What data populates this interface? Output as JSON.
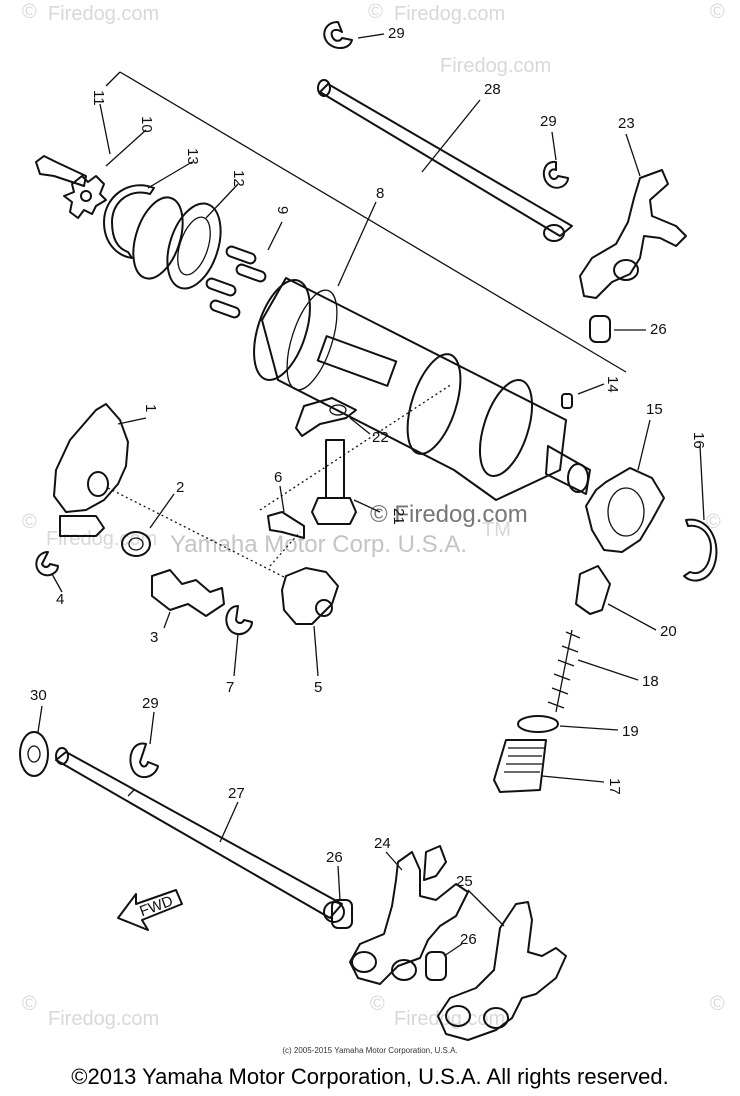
{
  "watermarks": {
    "site": "Firedog.com",
    "symbol": "©",
    "center_brand": "Yamaha Motor Corp. U.S.A.",
    "tm": "TM",
    "center_site": "© Firedog.com"
  },
  "labels": [
    "29",
    "28",
    "29",
    "23",
    "11",
    "10",
    "13",
    "12",
    "9",
    "8",
    "26",
    "14",
    "15",
    "16",
    "1",
    "2",
    "22",
    "6",
    "21",
    "4",
    "3",
    "7",
    "5",
    "20",
    "18",
    "19",
    "17",
    "30",
    "29",
    "27",
    "26",
    "24",
    "25",
    "26"
  ],
  "fwd_label": "FWD",
  "small_copyright": "(c) 2005-2015 Yamaha Motor Corporation, U.S.A.",
  "footer": "©2013 Yamaha Motor Corporation, U.S.A. All rights reserved."
}
